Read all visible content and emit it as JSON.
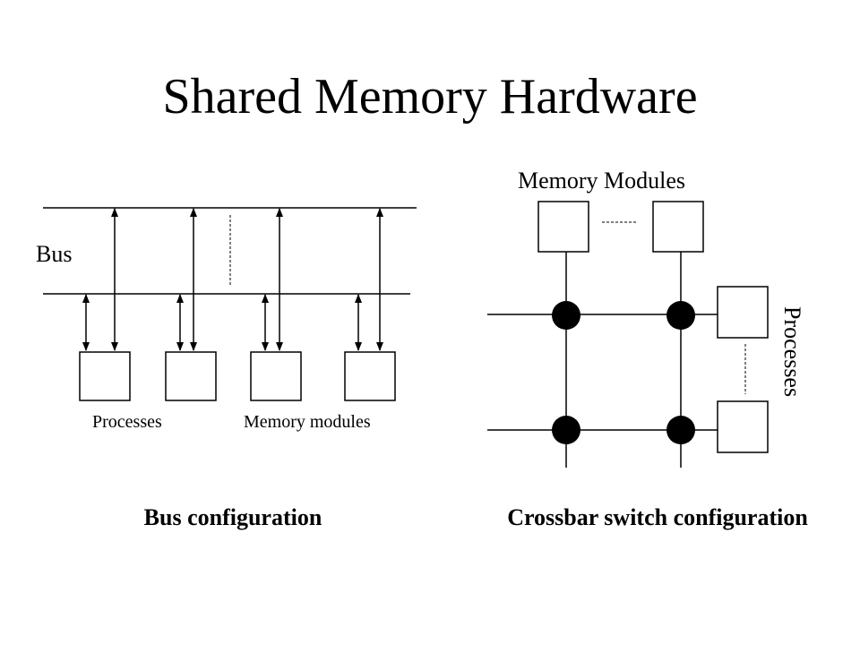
{
  "title": "Shared Memory Hardware",
  "bus_config": {
    "bus_label": "Bus",
    "processes_label": "Processes",
    "memory_label": "Memory modules",
    "caption": "Bus configuration"
  },
  "crossbar_config": {
    "memory_label": "Memory Modules",
    "processes_label": "Processes",
    "caption": "Crossbar switch configuration"
  }
}
